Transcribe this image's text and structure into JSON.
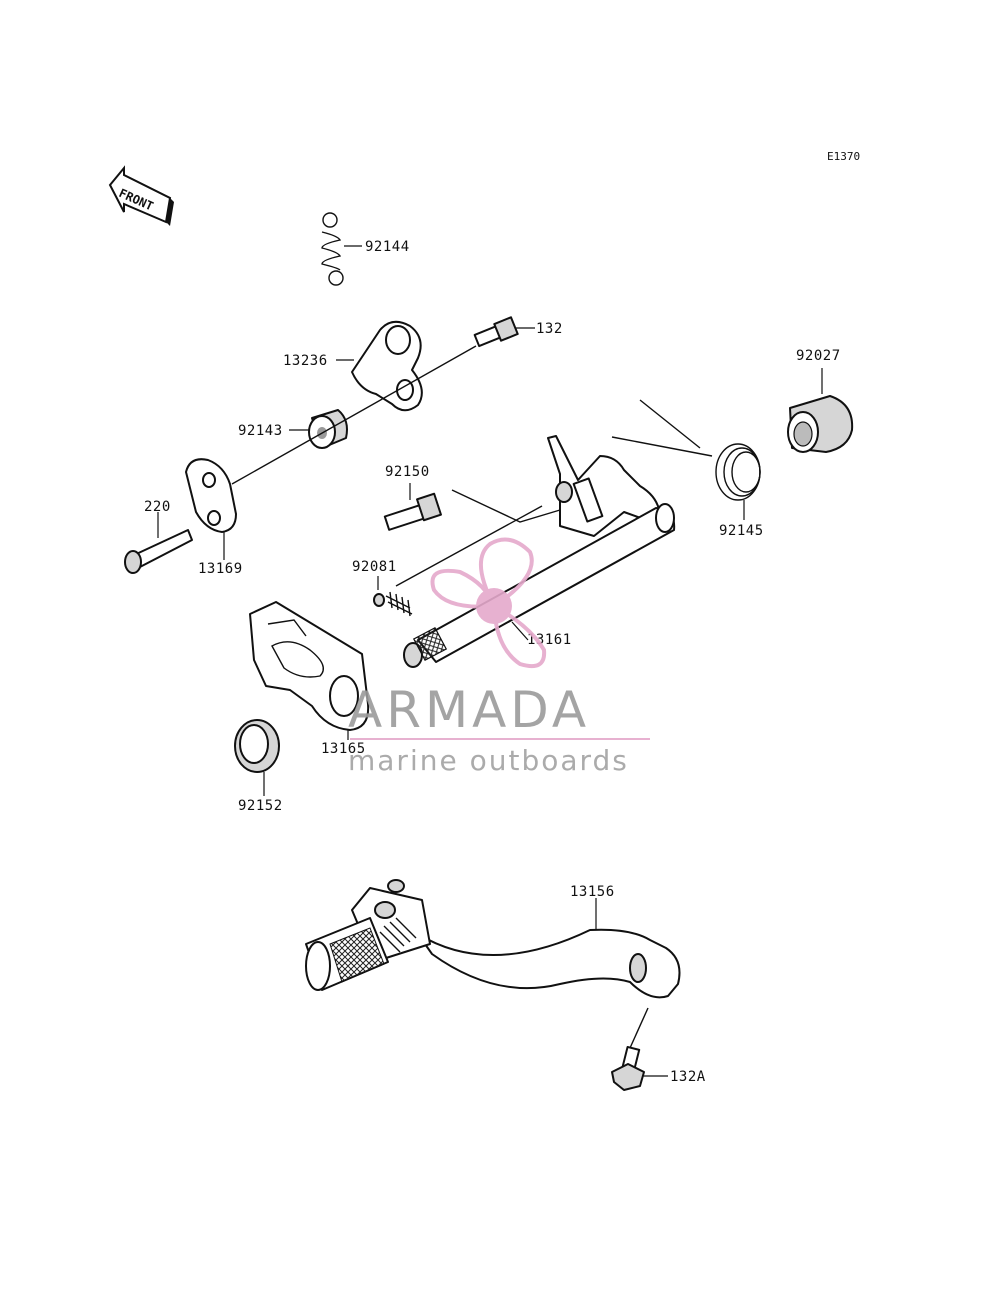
{
  "diagram_code": "E1370",
  "front_label": "FRONT",
  "watermark": {
    "title": "ARMADA",
    "subtitle": "marine outboards",
    "color": "#e5a9cc"
  },
  "parts": [
    {
      "id": "92144"
    },
    {
      "id": "132"
    },
    {
      "id": "13236"
    },
    {
      "id": "92027"
    },
    {
      "id": "92143"
    },
    {
      "id": "92150"
    },
    {
      "id": "220"
    },
    {
      "id": "13169"
    },
    {
      "id": "92145"
    },
    {
      "id": "92081"
    },
    {
      "id": "13161"
    },
    {
      "id": "13165"
    },
    {
      "id": "92152"
    },
    {
      "id": "13156"
    },
    {
      "id": "132A"
    }
  ]
}
